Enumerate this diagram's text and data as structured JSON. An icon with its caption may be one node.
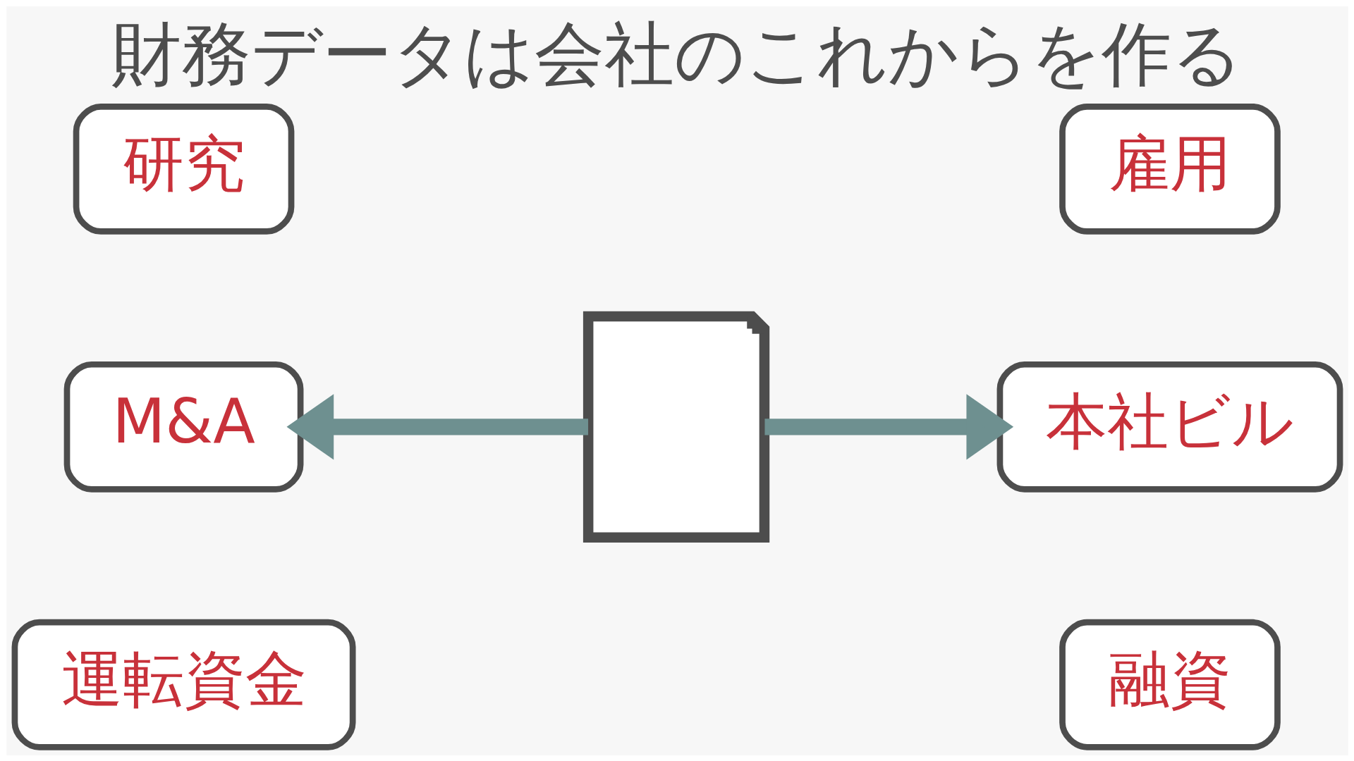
{
  "diagram": {
    "title": "財務データは会社のこれからを作る",
    "nodes": [
      {
        "text": [
          "運転資金"
        ]
      },
      {
        "text": [
          "融資"
        ]
      },
      {
        "text": [
          "M&A"
        ]
      },
      {
        "text": [],
        "shape": "picture"
      },
      {
        "text": [
          "本社ビル"
        ]
      },
      {
        "text": [
          "研究"
        ]
      },
      {
        "text": [
          "雇用"
        ]
      }
    ],
    "edges": [
      {
        "from": 3,
        "to": 2,
        "arrow": "to"
      },
      {
        "from": 3,
        "to": 4,
        "arrow": "to"
      }
    ]
  }
}
